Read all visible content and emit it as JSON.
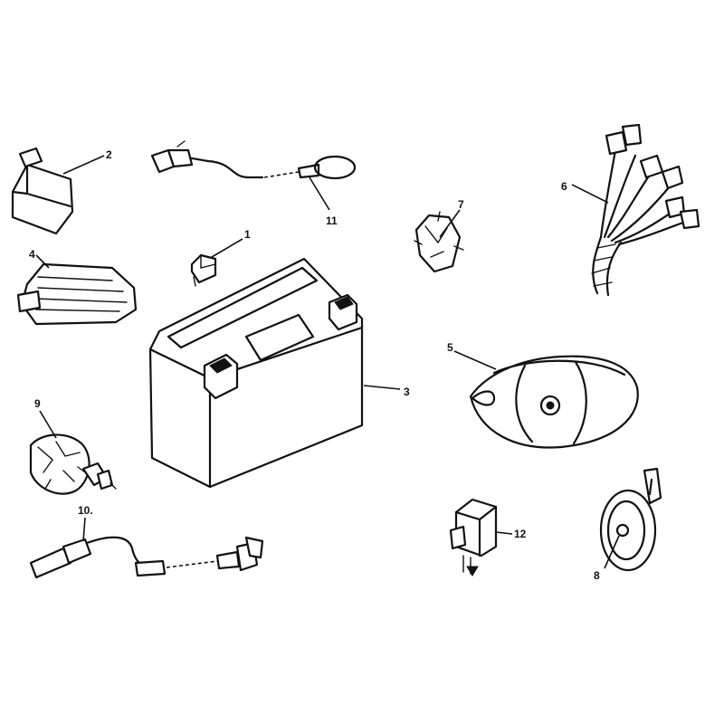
{
  "diagram": {
    "background": "#ffffff",
    "line_color": "#111111",
    "callouts": [
      {
        "id": "c1",
        "label": "1"
      },
      {
        "id": "c2",
        "label": "2"
      },
      {
        "id": "c3",
        "label": "3"
      },
      {
        "id": "c4",
        "label": "4"
      },
      {
        "id": "c5",
        "label": "5"
      },
      {
        "id": "c6",
        "label": "6"
      },
      {
        "id": "c7",
        "label": "7"
      },
      {
        "id": "c8",
        "label": "8"
      },
      {
        "id": "c9",
        "label": "9"
      },
      {
        "id": "c10",
        "label": "10."
      },
      {
        "id": "c11",
        "label": "11"
      },
      {
        "id": "c12",
        "label": "12"
      }
    ]
  }
}
